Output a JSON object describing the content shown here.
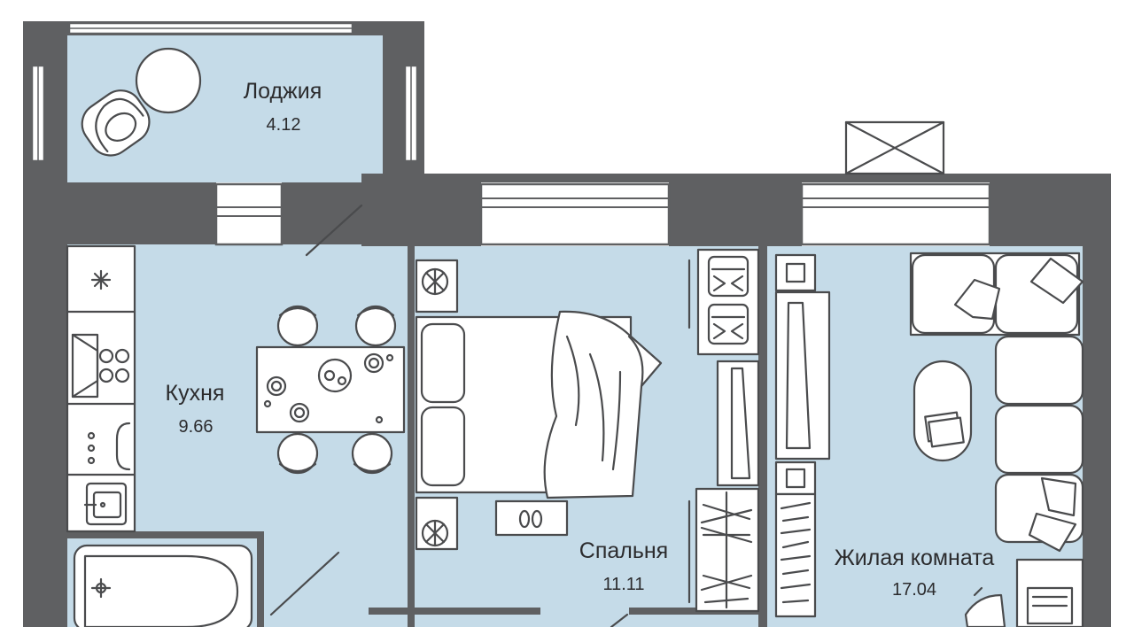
{
  "rooms": {
    "loggia": {
      "name": "Лоджия",
      "area": "4.12"
    },
    "kitchen": {
      "name": "Кухня",
      "area": "9.66"
    },
    "bedroom": {
      "name": "Спальня",
      "area": "11.11"
    },
    "living": {
      "name": "Жилая комната",
      "area": "17.04"
    }
  },
  "colors": {
    "room_fill": "#c5dbe8",
    "wall": "#5f6062",
    "line": "#4a4b4d",
    "text": "#2b2b2d"
  },
  "icons": [
    "armchair-icon",
    "round-table-icon",
    "cooktop-icon",
    "oven-icon",
    "sink-icon",
    "bathtub-icon",
    "bed-icon",
    "nightstand-icon",
    "wardrobe-icon",
    "sofa-icon",
    "coffee-table-icon",
    "tv-stand-icon",
    "desk-icon",
    "ventilation-shaft-icon"
  ]
}
